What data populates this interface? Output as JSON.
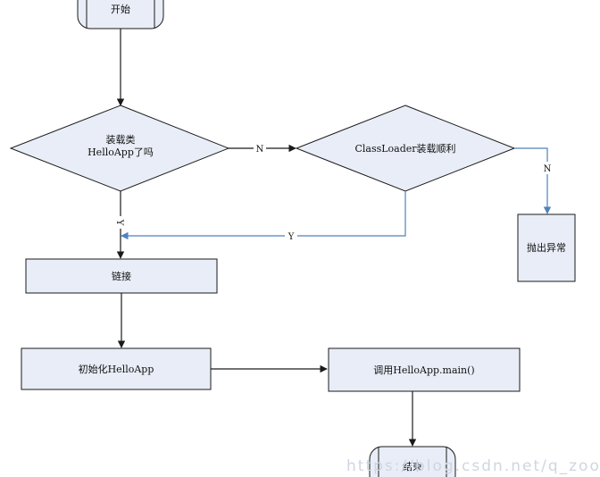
{
  "colors": {
    "node_fill": "#e8edf7",
    "node_stroke": "#1a1a1a",
    "edge_dark": "#1a1a1a",
    "edge_blue": "#4f81bd"
  },
  "nodes": {
    "start": "开始",
    "decision_loaded": [
      "装载类",
      "HelloApp了吗"
    ],
    "decision_classloader": "ClassLoader装载顺利",
    "throw_exception": "抛出异常",
    "link": "链接",
    "init": "初始化HelloApp",
    "call_main": "调用HelloApp.main()",
    "end": "结束"
  },
  "edges": {
    "loaded_no": "N",
    "classloader_no": "N",
    "classloader_yes": "Y",
    "loaded_yes": "Y"
  },
  "watermark": "https://blog.csdn.net/q_zoot"
}
